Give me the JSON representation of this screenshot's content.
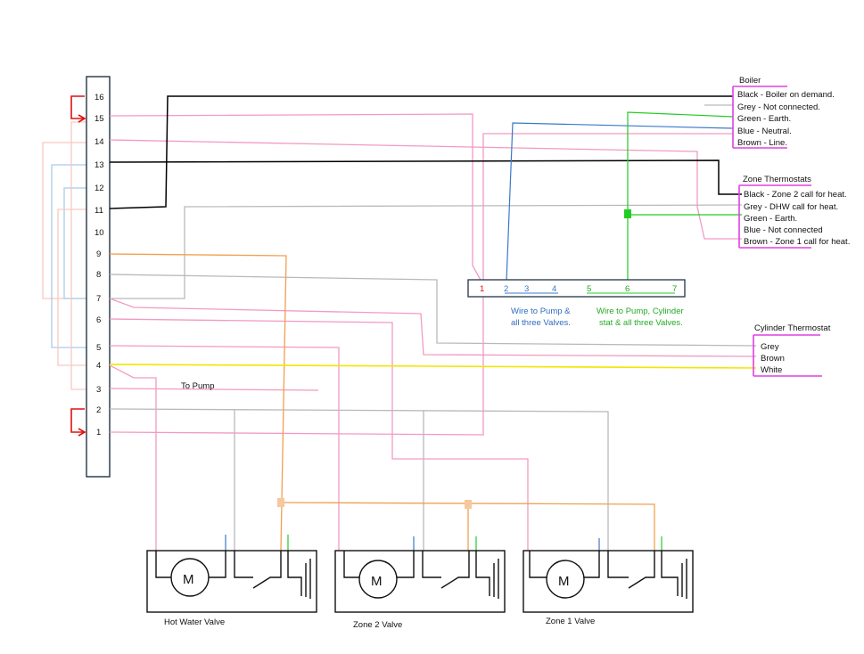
{
  "terminal_strip": {
    "numbers": [
      "16",
      "15",
      "14",
      "13",
      "12",
      "11",
      "10",
      "9",
      "8",
      "7",
      "6",
      "5",
      "4",
      "3",
      "2",
      "1"
    ]
  },
  "boiler": {
    "title": "Boiler",
    "entries": [
      "Black - Boiler on demand.",
      "Grey - Not connected.",
      "Green - Earth.",
      "Blue - Neutral.",
      "Brown - Line."
    ]
  },
  "zone_thermostats": {
    "title": "Zone Thermostats",
    "entries": [
      "Black - Zone 2 call for heat.",
      "Grey - DHW call for heat.",
      "Green - Earth.",
      "Blue - Not connected",
      "Brown - Zone 1 call for heat."
    ]
  },
  "cylinder_thermostat": {
    "title": "Cylinder Thermostat",
    "entries": [
      "Grey",
      "Brown",
      "White"
    ]
  },
  "junction_box": {
    "numbers": [
      "1",
      "2",
      "3",
      "4",
      "5",
      "6",
      "7"
    ],
    "note_blue": [
      "Wire to Pump &",
      "all three Valves."
    ],
    "note_green": [
      "Wire to Pump, Cylinder",
      "stat & all three Valves."
    ]
  },
  "pump_label": "To Pump",
  "valves": [
    {
      "label": "Hot Water Valve",
      "motor": "M"
    },
    {
      "label": "Zone 2 Valve",
      "motor": "M"
    },
    {
      "label": "Zone 1 Valve",
      "motor": "M"
    }
  ],
  "wire_colors": {
    "black": "#000000",
    "grey": "#b9b9b9",
    "pink": "#f29ac3",
    "orange": "#f0a050",
    "blue": "#3a78c8",
    "green": "#22cc22",
    "yellow": "#f2e600",
    "red": "#e01010",
    "magenta": "#e040e0",
    "light_blue": "#a9cbe9",
    "light_salmon": "#f6c9bf"
  }
}
